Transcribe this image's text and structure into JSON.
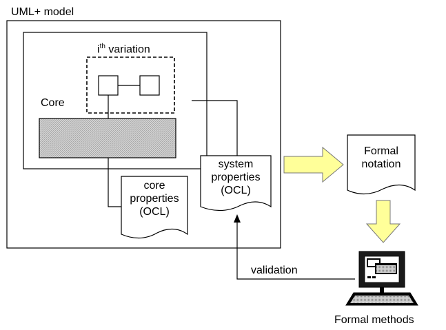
{
  "diagram": {
    "model_label": "UML+ model",
    "variation_label_prefix": "i",
    "variation_label_sup": "th",
    "variation_label_suffix": " variation",
    "core_label": "Core",
    "core_properties": [
      "core",
      "properties",
      "(OCL)"
    ],
    "system_properties": [
      "system",
      "properties",
      "(OCL)"
    ],
    "formal_notation": [
      "Formal",
      "notation"
    ],
    "validation_label": "validation",
    "formal_methods_label": "Formal methods",
    "colors": {
      "arrow_fill": "#ffff99",
      "core_fill": "#c8c8c8",
      "screen_fill": "#000000"
    }
  }
}
